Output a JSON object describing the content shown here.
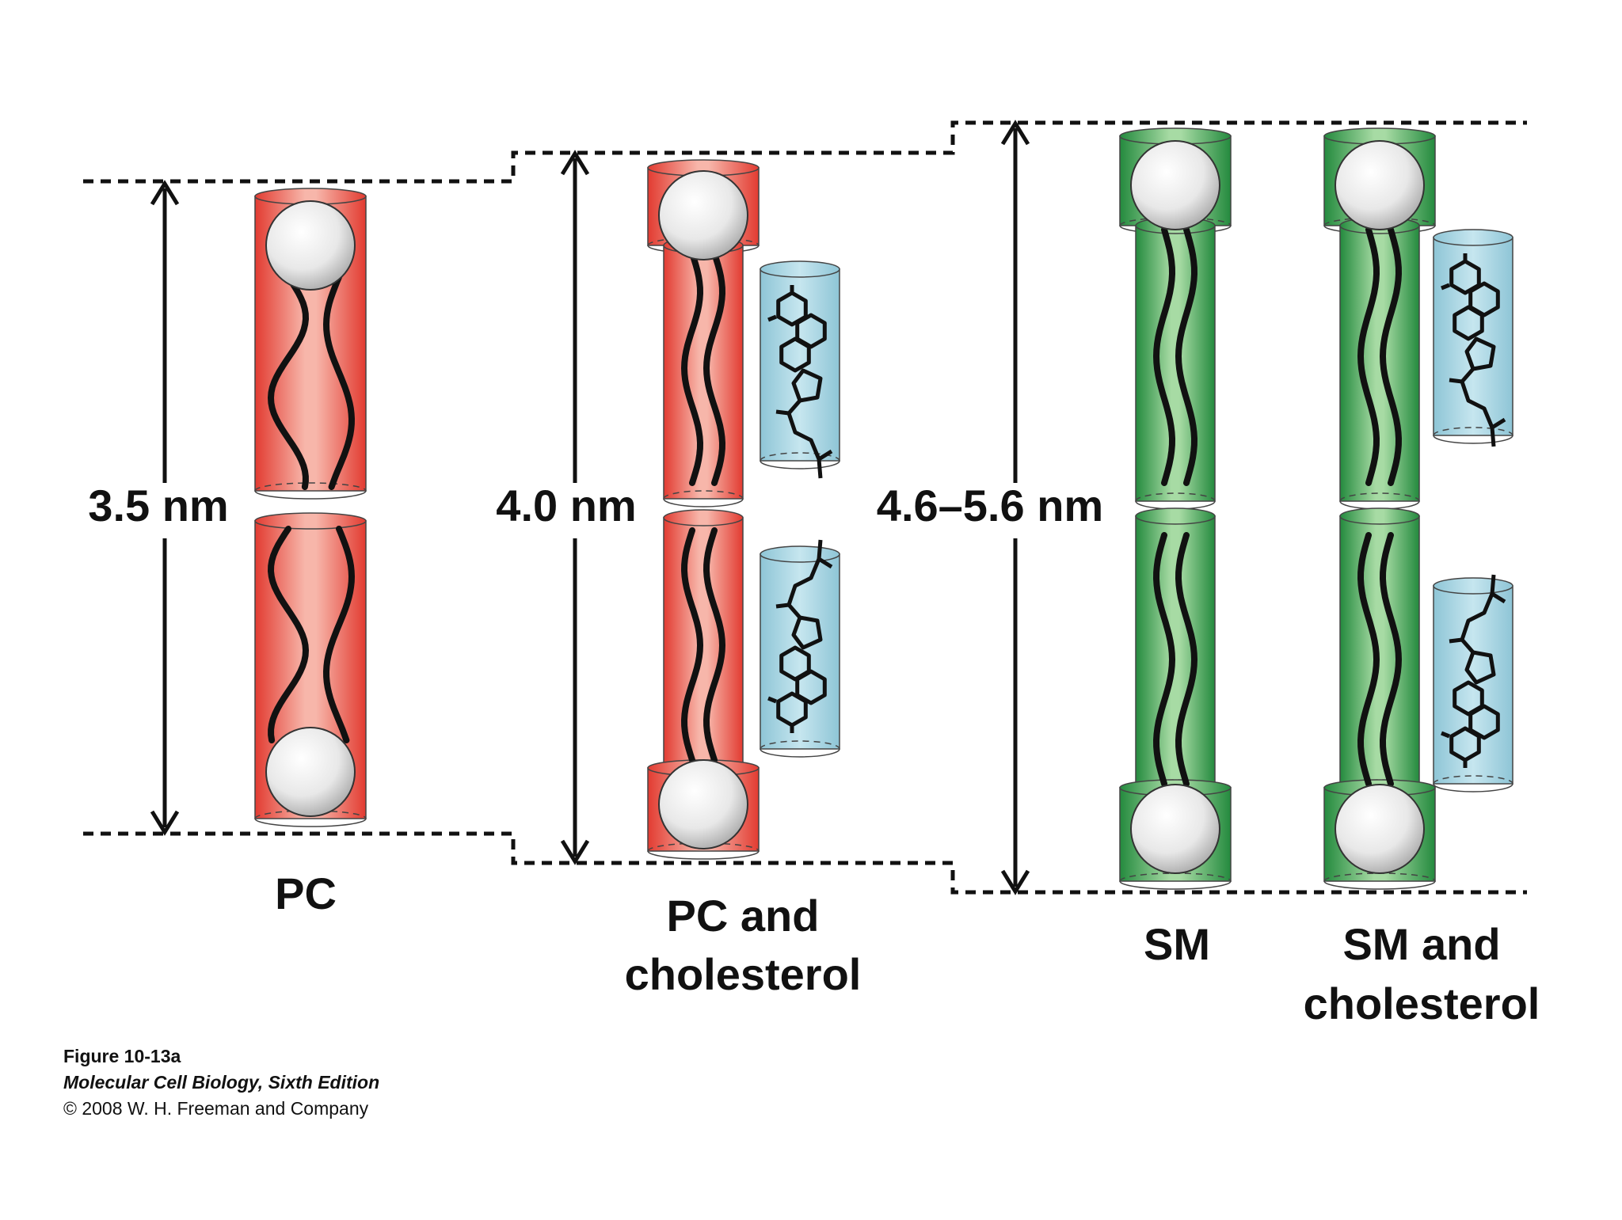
{
  "diagram": {
    "groups": [
      {
        "label_lines": [
          "PC"
        ],
        "thickness": "3.5 nm",
        "lipid": "PC",
        "has_cholesterol": false
      },
      {
        "label_lines": [
          "PC and",
          "cholesterol"
        ],
        "thickness": "4.0 nm",
        "lipid": "PC",
        "has_cholesterol": true
      },
      {
        "label_lines": [
          "SM"
        ],
        "thickness": "4.6–5.6 nm",
        "lipid": "SM",
        "has_cholesterol": false
      },
      {
        "label_lines": [
          "SM and",
          "cholesterol"
        ],
        "thickness": "4.6–5.6 nm",
        "lipid": "SM",
        "has_cholesterol": true
      }
    ],
    "colors": {
      "pc_cylinder": "#e8473c",
      "pc_cylinder_light": "#f6b1a5",
      "sm_cylinder": "#2f9a4a",
      "sm_cylinder_light": "#a9dca6",
      "cholesterol_cylinder": "#a9d6e3",
      "head_group": "#e9e9e9",
      "chains": "#111111"
    }
  },
  "caption": {
    "figure": "Figure 10-13a",
    "book": "Molecular Cell Biology, Sixth Edition",
    "copyright": "© 2008 W. H. Freeman and Company"
  }
}
